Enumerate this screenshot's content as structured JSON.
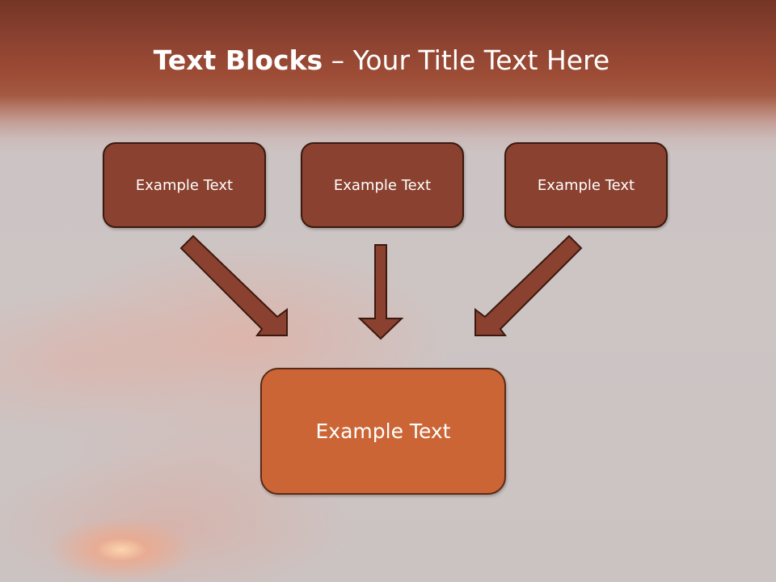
{
  "slide": {
    "title_bold": "Text Blocks",
    "title_rest": " – Your Title Text Here",
    "blocks": [
      {
        "label": "Example Text"
      },
      {
        "label": "Example Text"
      },
      {
        "label": "Example Text"
      }
    ],
    "result": {
      "label": "Example Text"
    }
  },
  "colors": {
    "header": "#8b4130",
    "block_fill": "#8a412f",
    "result_fill": "#cb6535",
    "arrow_fill": "#8a412f",
    "arrow_stroke": "#3a1910"
  },
  "icons": [
    "arrow-down-right-icon",
    "arrow-down-icon",
    "arrow-down-left-icon"
  ]
}
